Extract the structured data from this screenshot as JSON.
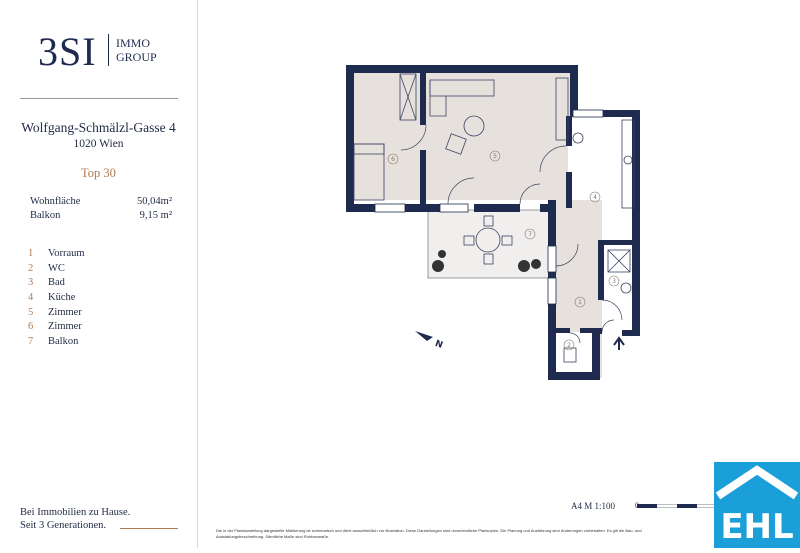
{
  "brand": {
    "logo_main": "3SI",
    "logo_sub_1": "IMMO",
    "logo_sub_2": "GROUP"
  },
  "property": {
    "street": "Wolfgang-Schmälzl-Gasse 4",
    "city": "1020 Wien",
    "unit": "Top 30"
  },
  "areas": [
    {
      "label": "Wohnfläche",
      "value": "50,04m²"
    },
    {
      "label": "Balkon",
      "value": "9,15 m²"
    }
  ],
  "rooms": [
    {
      "num": "1",
      "name": "Vorraum"
    },
    {
      "num": "2",
      "name": "WC"
    },
    {
      "num": "3",
      "name": "Bad"
    },
    {
      "num": "4",
      "name": "Küche"
    },
    {
      "num": "5",
      "name": "Zimmer"
    },
    {
      "num": "6",
      "name": "Zimmer"
    },
    {
      "num": "7",
      "name": "Balkon"
    }
  ],
  "slogan": {
    "line1": "Bei Immobilien zu Hause.",
    "line2": "Seit 3 Generationen."
  },
  "plan_labels": {
    "r1": "1",
    "r2": "2",
    "r3": "3",
    "r4": "4",
    "r5": "5",
    "r6": "6",
    "r7": "7"
  },
  "north_label": "N",
  "scale": {
    "text": "A4  M 1:100",
    "zero": "0"
  },
  "disclaimer": "Die in der Planidarstellung dargestellte Möblierung ist schematisch und dient ausschließlich zur Illustration. Diese Darstellungen sind unverbindliche Plankopien. Die Planung und Ausführung sind Änderungen vorbehalten. Es gilt die Bau- und Ausstattungsbeschreibung. Sämtliche Maße sind Rohbaumaße.",
  "ehl_logo": "EHL",
  "colors": {
    "navy": "#1f2a4f",
    "accent": "#b07a53",
    "room_fill": "#e8e4e0",
    "ehl_blue": "#1a9fd8"
  }
}
